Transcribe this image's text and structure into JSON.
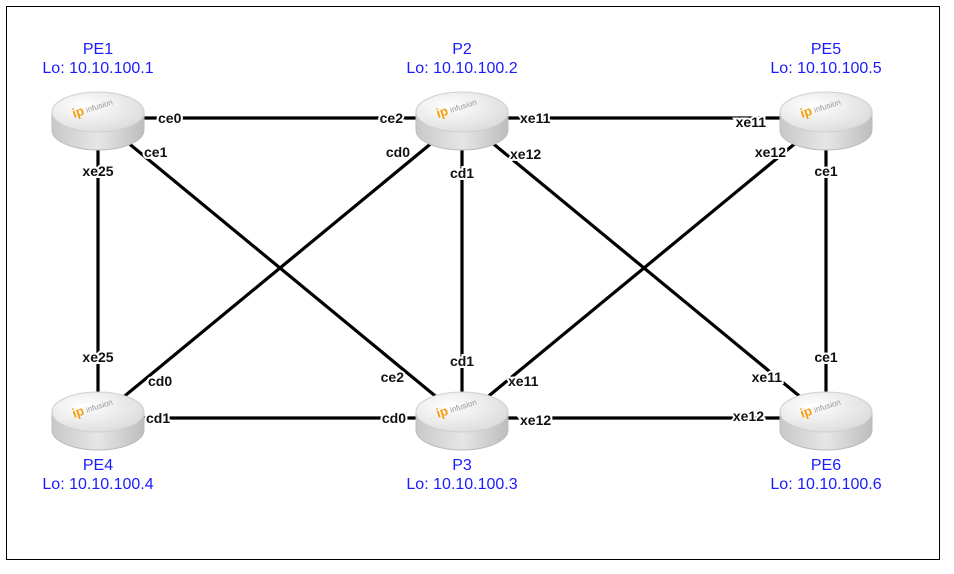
{
  "routers": [
    {
      "id": "PE1",
      "name": "PE1",
      "loopback": "Lo: 10.10.100.1"
    },
    {
      "id": "P2",
      "name": "P2",
      "loopback": "Lo: 10.10.100.2"
    },
    {
      "id": "PE5",
      "name": "PE5",
      "loopback": "Lo: 10.10.100.5"
    },
    {
      "id": "PE4",
      "name": "PE4",
      "loopback": "Lo: 10.10.100.4"
    },
    {
      "id": "P3",
      "name": "P3",
      "loopback": "Lo: 10.10.100.3"
    },
    {
      "id": "PE6",
      "name": "PE6",
      "loopback": "Lo: 10.10.100.6"
    }
  ],
  "router_logo": {
    "mark": "ip",
    "word": "infusion",
    "colors": {
      "mark": "#f59e0b",
      "body": "#e4e4e4"
    }
  },
  "links": [
    {
      "from": "PE1",
      "from_port": "ce0",
      "to": "P2",
      "to_port": "ce2"
    },
    {
      "from": "P2",
      "from_port": "xe11",
      "to": "PE5",
      "to_port": "xe11"
    },
    {
      "from": "PE1",
      "from_port": "xe25",
      "to": "PE4",
      "to_port": "xe25"
    },
    {
      "from": "PE1",
      "from_port": "ce1",
      "to": "P3",
      "to_port": "ce2"
    },
    {
      "from": "P2",
      "from_port": "cd0",
      "to": "PE4",
      "to_port": "cd0"
    },
    {
      "from": "P2",
      "from_port": "cd1",
      "to": "P3",
      "to_port": "cd1"
    },
    {
      "from": "P2",
      "from_port": "xe12",
      "to": "PE6",
      "to_port": "xe11"
    },
    {
      "from": "PE5",
      "from_port": "xe12",
      "to": "P3",
      "to_port": "xe11"
    },
    {
      "from": "PE5",
      "from_port": "ce1",
      "to": "PE6",
      "to_port": "ce1"
    },
    {
      "from": "PE4",
      "from_port": "cd1",
      "to": "P3",
      "to_port": "cd0"
    },
    {
      "from": "P3",
      "from_port": "xe12",
      "to": "PE6",
      "to_port": "xe12"
    }
  ],
  "label_color": "#1a1aff"
}
